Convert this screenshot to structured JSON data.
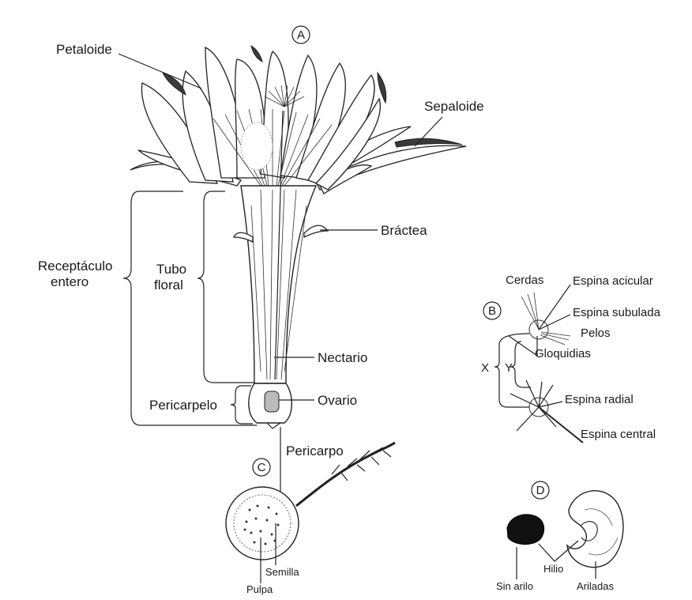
{
  "panels": {
    "a": "A",
    "b": "B",
    "c": "C",
    "d": "D"
  },
  "flower": {
    "petaloide": "Petaloide",
    "sepaloide": "Sepaloide",
    "bractea": "Bráctea",
    "receptaculo_1": "Receptáculo",
    "receptaculo_2": "entero",
    "tubo_1": "Tubo",
    "tubo_2": "floral",
    "nectario": "Nectario",
    "pericarpelo": "Pericarpelo",
    "ovario": "Ovario"
  },
  "areole": {
    "cerdas": "Cerdas",
    "espina_acicular": "Espina acicular",
    "espina_subulada": "Espina subulada",
    "pelos": "Pelos",
    "gloquidias": "Gloquidias",
    "x": "X",
    "y": "Y",
    "espina_radial": "Espina radial",
    "espina_central": "Espina central"
  },
  "fruit": {
    "pericarpo": "Pericarpo",
    "semilla": "Semilla",
    "pulpa": "Pulpa"
  },
  "seeds": {
    "sin_arilo": "Sin arilo",
    "hilio": "Hilio",
    "ariladas": "Ariladas"
  }
}
